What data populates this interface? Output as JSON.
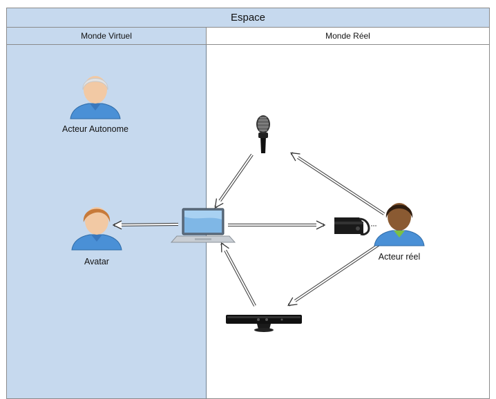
{
  "diagram": {
    "title": "Espace",
    "lanes": [
      {
        "title": "Monde Virtuel"
      },
      {
        "title": "Monde Réel"
      }
    ],
    "actors": {
      "autonomous": "Acteur Autonome",
      "avatar": "Avatar",
      "real": "Acteur réel"
    },
    "colors": {
      "lane_fill": "#c6d9ee",
      "shirt": "#4a90d6",
      "autonomous_hair": "#e3e3e3",
      "avatar_hair": "#c77a3a",
      "real_hair": "#2f1d10",
      "real_skin": "#8a5a32"
    },
    "icons": [
      "person-icon",
      "microphone-icon",
      "laptop-icon",
      "vr-headset-icon",
      "kinect-sensor-icon"
    ]
  }
}
